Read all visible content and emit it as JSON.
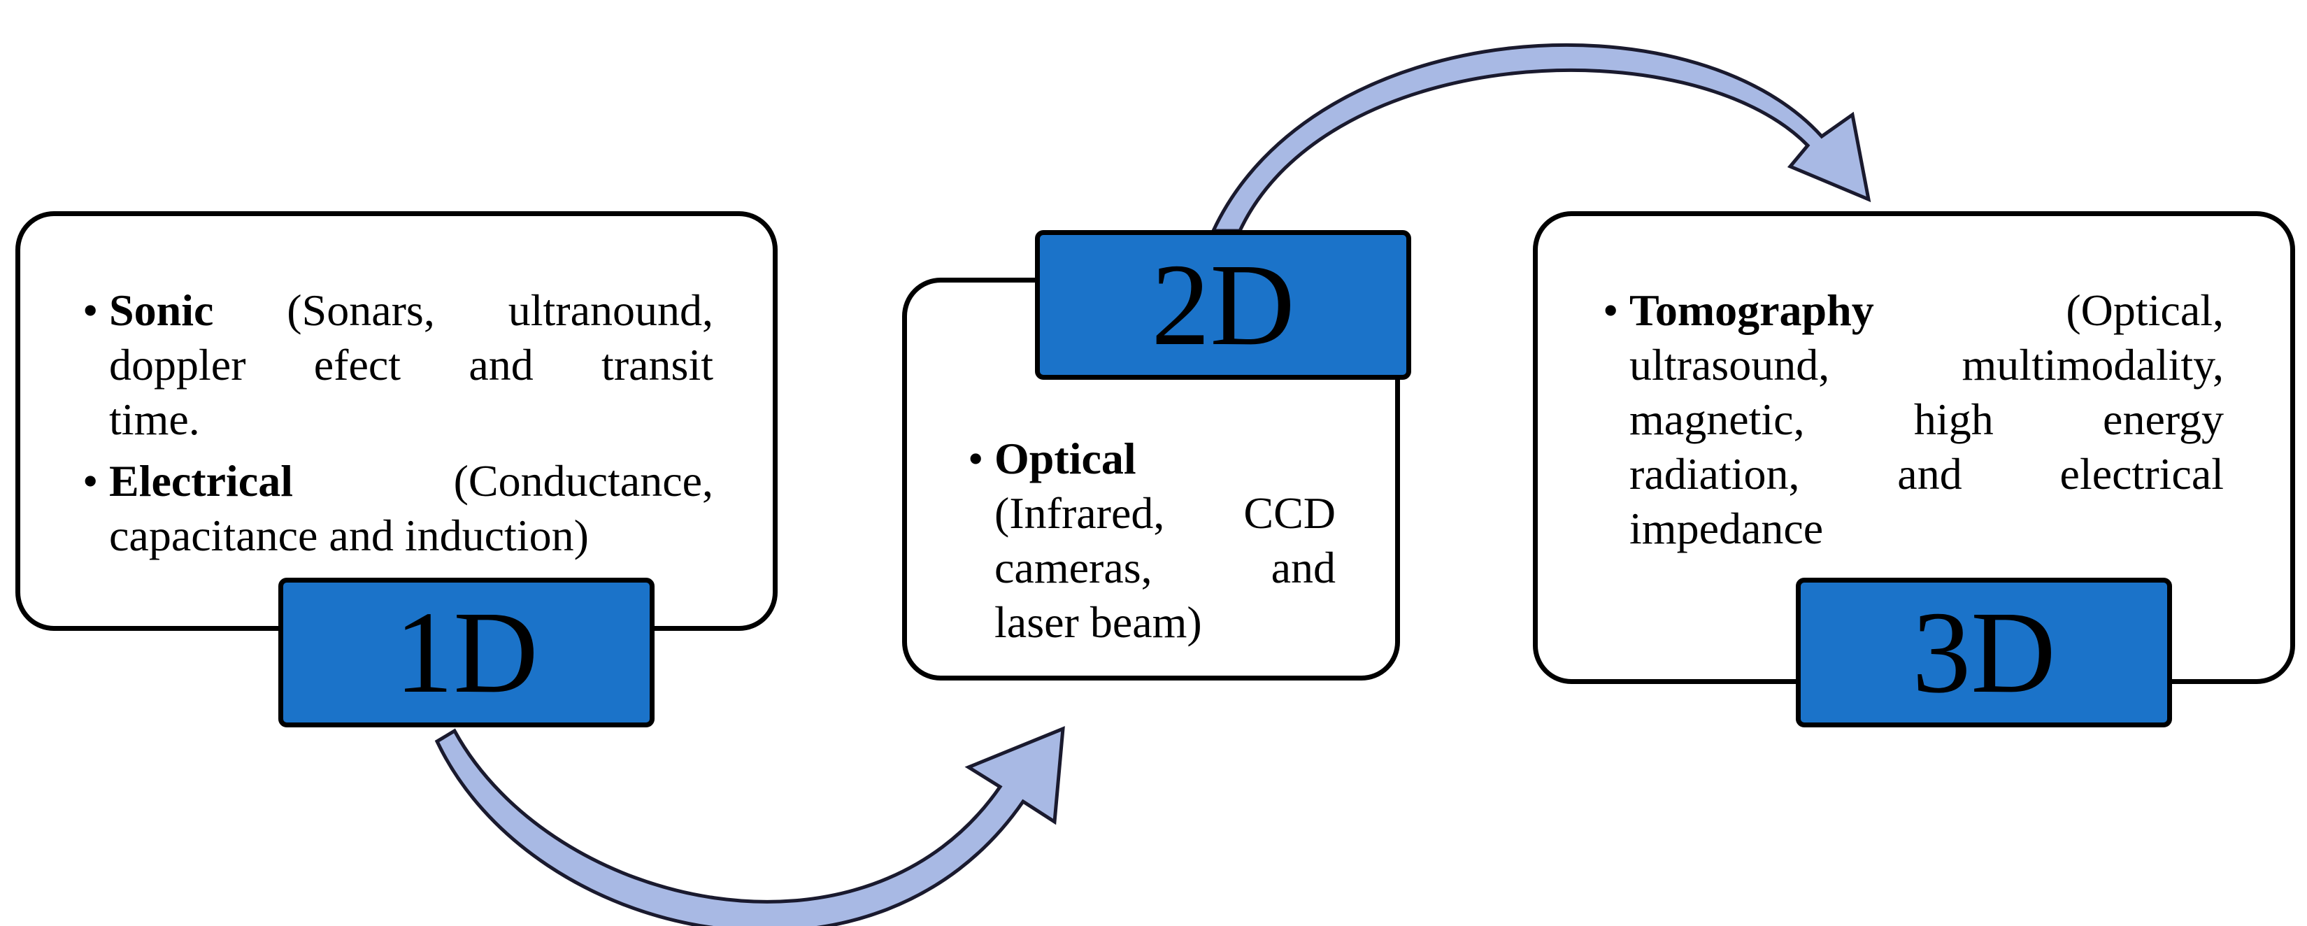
{
  "colors": {
    "tag_fill": "#1b73c9",
    "arrow_fill": "#a8b9e4",
    "arrow_stroke": "#1a1a2e",
    "border": "#000000"
  },
  "bullet_glyph": "•",
  "stages": [
    {
      "label": "1D",
      "items": [
        {
          "term": "Sonic",
          "lines": [
            " (Sonars, ultranound,",
            "doppler efect and transit",
            "time."
          ]
        },
        {
          "term": "Electrical",
          "lines": [
            " (Conductance,",
            "capacitance and induction)"
          ]
        }
      ]
    },
    {
      "label": "2D",
      "items": [
        {
          "term": "Optical",
          "lines": [
            "(Infrared, CCD",
            "cameras, and",
            "laser beam)"
          ]
        }
      ]
    },
    {
      "label": "3D",
      "items": [
        {
          "term": "Tomography",
          "lines": [
            " (Optical,",
            "ultrasound, multimodality,",
            "magnetic, high energy",
            "radiation, and electrical",
            "impedance"
          ]
        }
      ]
    }
  ]
}
